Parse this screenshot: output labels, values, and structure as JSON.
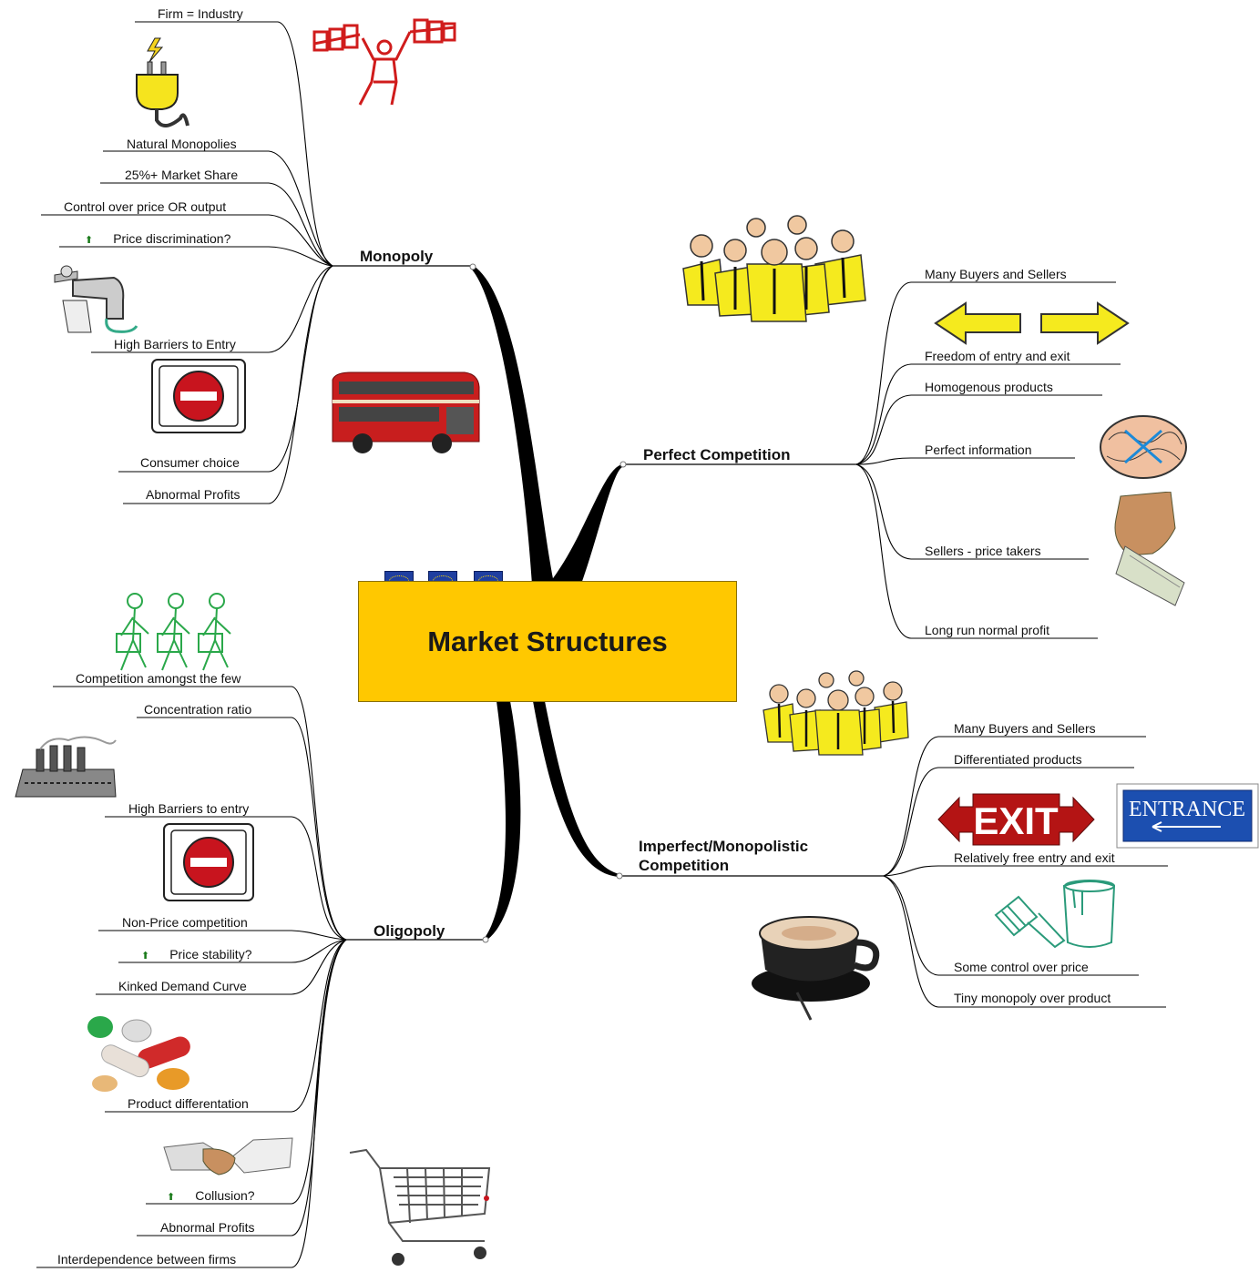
{
  "center": {
    "title": "Market Structures"
  },
  "monopoly": {
    "label": "Monopoly",
    "items": [
      "Firm = Industry",
      "Natural Monopolies",
      "25%+ Market Share",
      "Control over price OR output",
      "Price discrimination?",
      "High Barriers to Entry",
      "Consumer choice",
      "Abnormal Profits"
    ]
  },
  "perfect": {
    "label": "Perfect Competition",
    "items": [
      "Many Buyers and Sellers",
      "Freedom of entry and exit",
      "Homogenous products",
      "Perfect information",
      "Sellers - price takers",
      "Long run normal profit"
    ]
  },
  "imperfect": {
    "label_line1": "Imperfect/Monopolistic",
    "label_line2": "Competition",
    "items": [
      "Many Buyers and Sellers",
      "Differentiated products",
      "Relatively free entry and exit",
      "Some control over price",
      "Tiny monopoly over product"
    ]
  },
  "oligopoly": {
    "label": "Oligopoly",
    "items": [
      "Competition amongst the few",
      "Concentration ratio",
      "High Barriers to entry",
      "Non-Price competition",
      "Price stability?",
      "Kinked Demand Curve",
      "Product differentation",
      "Collusion?",
      "Abnormal Profits",
      "Interdependence between firms"
    ]
  },
  "signs": {
    "exit": "EXIT",
    "entrance": "ENTRANCE"
  },
  "colors": {
    "central_box": "#ffc800",
    "flag": "#1f3fa0",
    "line": "#000000",
    "bus": "#c81e1e",
    "person_shirt": "#f5ea1e",
    "arrow": "#f5ea1e",
    "no_entry": "#c8141e",
    "exit_sign": "#b41414",
    "entrance_sign": "#1c4fb0",
    "pills_person": "#2aa84a"
  }
}
